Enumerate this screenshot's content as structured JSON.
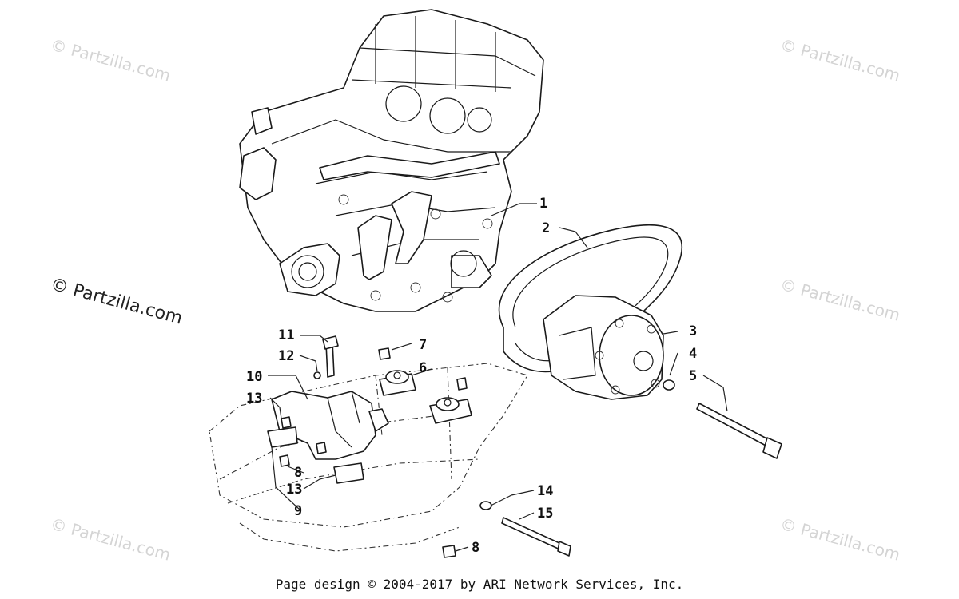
{
  "watermarks": {
    "faint": "© Partzilla.com",
    "dark": "© Partzilla.com"
  },
  "callouts": {
    "c1": "1",
    "c2": "2",
    "c3": "3",
    "c4": "4",
    "c5": "5",
    "c6": "6",
    "c7": "7",
    "c8a": "8",
    "c8b": "8",
    "c9": "9",
    "c10": "10",
    "c11": "11",
    "c12": "12",
    "c13a": "13",
    "c13b": "13",
    "c14": "14",
    "c15": "15"
  },
  "footer": {
    "copyright": "Page design © 2004-2017 by ARI Network Services, Inc."
  }
}
